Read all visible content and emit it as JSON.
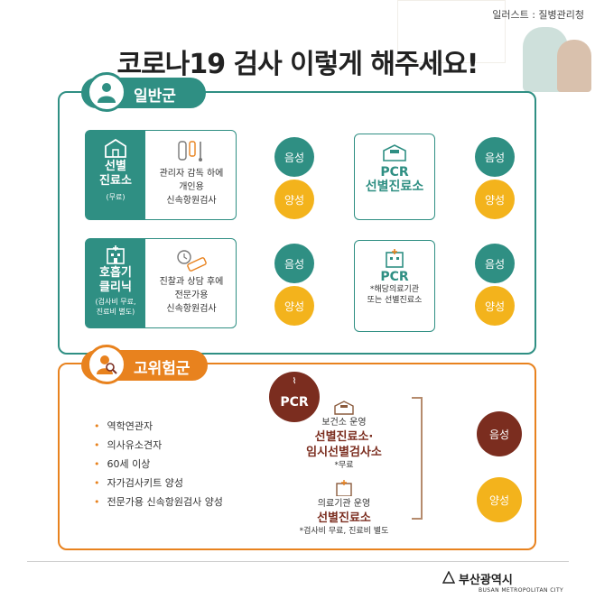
{
  "credit": "일러스트 : 질병관리청",
  "title": "코로나19 검사 이렇게 해주세요!",
  "general": {
    "badge": "일반군",
    "site1": {
      "name_line1": "선별",
      "name_line2": "진료소",
      "sub": "(무료)",
      "desc_line1": "관리자 감독 하에",
      "desc_line2": "개인용",
      "desc_line3": "신속항원검사"
    },
    "site2": {
      "name_line1": "호흡기",
      "name_line2": "클리닉",
      "sub_line1": "(검사비 무료,",
      "sub_line2": "진료비 별도)",
      "desc_line1": "진찰과 상담 후에",
      "desc_line2": "전문가용",
      "desc_line3": "신속항원검사"
    },
    "pcr1": {
      "line1": "PCR",
      "line2": "선별진료소"
    },
    "pcr2": {
      "line1": "PCR",
      "line2": "*해당의료기관",
      "line3": "또는 선별진료소"
    },
    "negative": "음성",
    "positive": "양성"
  },
  "high_risk": {
    "badge": "고위험군",
    "items": [
      "역학연관자",
      "의사유소견자",
      "60세 이상",
      "자가검사키트 양성",
      "전문가용 신속항원검사 양성"
    ],
    "pcr": "PCR",
    "card1": {
      "line1": "보건소 운영",
      "line2": "선별진료소·",
      "line3": "임시선별검사소",
      "line4": "*무료"
    },
    "card2": {
      "line1": "의료기관 운영",
      "line2": "선별진료소",
      "line3": "*검사비 무료, 진료비 별도"
    },
    "negative": "음성",
    "positive": "양성"
  },
  "footer": {
    "logo": "부산광역시",
    "logo_sub": "BUSAN METROPOLITAN CITY"
  },
  "colors": {
    "teal": "#2f8f83",
    "orange": "#e8821e",
    "yellow": "#f3b31c",
    "brown": "#7b2d1f"
  },
  "icons": [
    "user-icon",
    "search-icon",
    "tent-icon",
    "hospital-icon",
    "test-kit-icon",
    "swab-icon",
    "pcr-tent-icon",
    "pcr-hospital-icon"
  ]
}
